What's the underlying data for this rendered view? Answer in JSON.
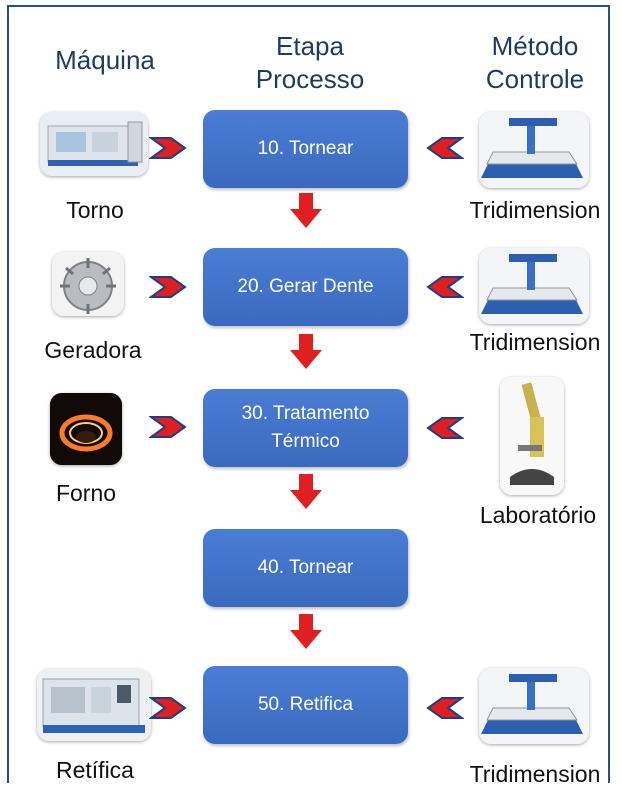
{
  "headers": {
    "machine": "Máquina",
    "step": "Etapa\nProcesso",
    "method": "Método\nControle"
  },
  "steps": [
    {
      "label": "10. Tornear",
      "machine": "Torno",
      "machine_icon": "lathe-icon",
      "method": "Tridimension",
      "method_icon": "cmm-icon"
    },
    {
      "label": "20. Gerar Dente",
      "machine": "Geradora",
      "machine_icon": "gear-icon",
      "method": "Tridimension",
      "method_icon": "cmm-icon"
    },
    {
      "label": "30. Tratamento Térmico",
      "machine": "Forno",
      "machine_icon": "furnace-icon",
      "method": "Laboratório",
      "method_icon": "microscope-icon"
    },
    {
      "label": "40. Tornear",
      "machine": "",
      "machine_icon": "",
      "method": "",
      "method_icon": ""
    },
    {
      "label": "50. Retifica",
      "machine": "Retífica",
      "machine_icon": "grinder-icon",
      "method": "Tridimension",
      "method_icon": "cmm-icon"
    }
  ],
  "colors": {
    "step_fill": "#3f72c9",
    "arrow": "#e02020",
    "border": "#2e4f7c"
  }
}
